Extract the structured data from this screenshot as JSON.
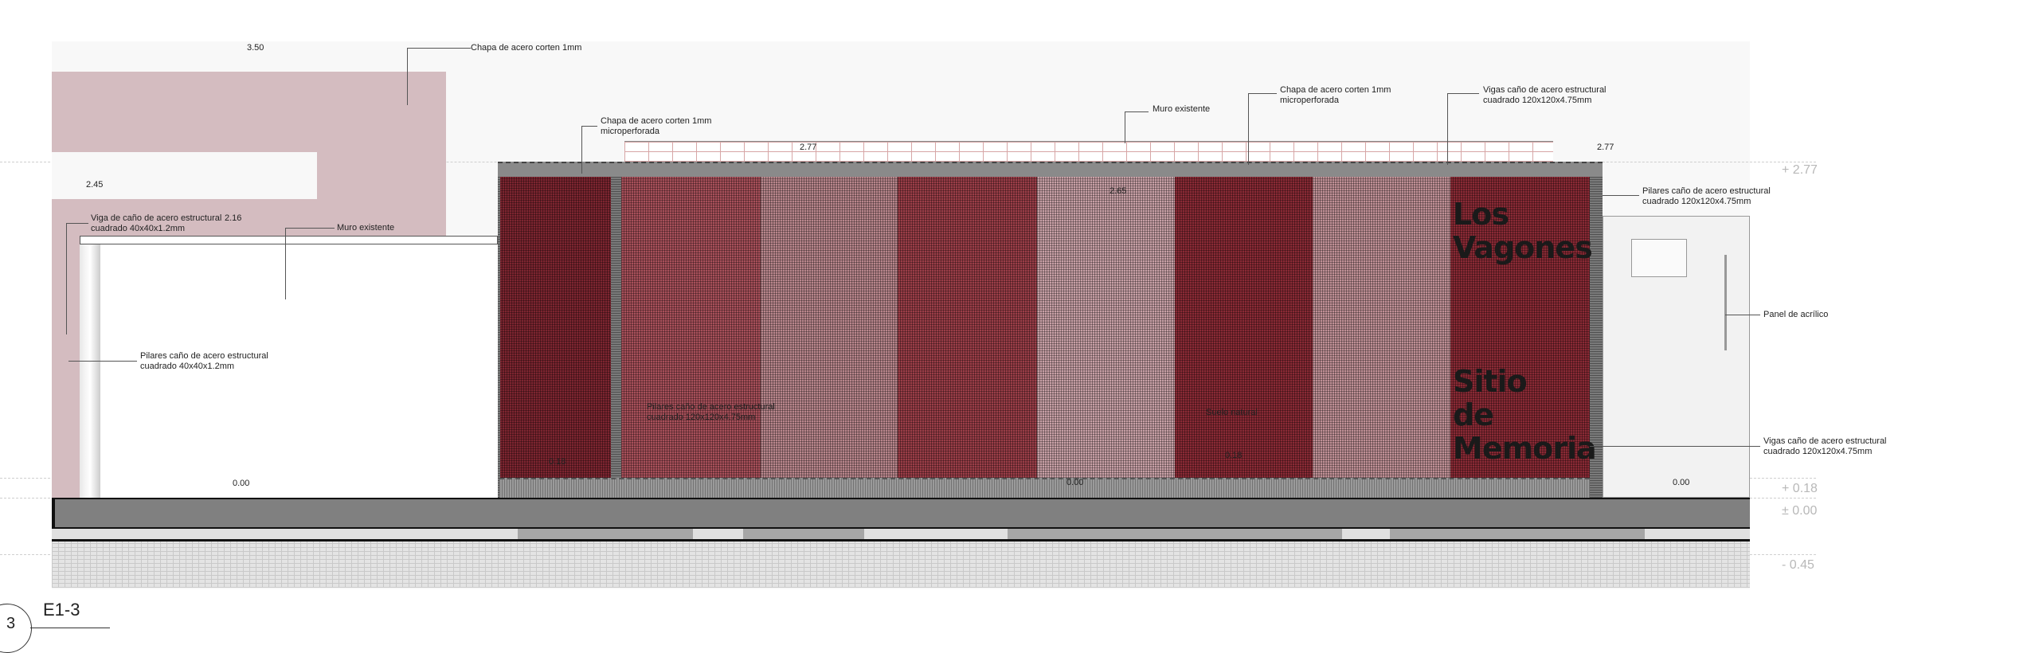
{
  "drawing": {
    "sheet_id": "E1-3",
    "sheet_number": "3",
    "sign": {
      "line1": "Los",
      "line2": "Vagones",
      "line3": "Sitio",
      "line4": "de",
      "line5": "Memoria"
    },
    "levels": {
      "l277": "+ 2.77",
      "l018": "+ 0.18",
      "l000": "± 0.00",
      "l045": "- 0.45"
    },
    "elevations": {
      "e350": "3.50",
      "e245": "2.45",
      "e216": "2.16",
      "e000_left": "0.00",
      "e018_left": "0.18",
      "e277_left": "2.77",
      "e277_right": "2.77",
      "e265": "2.65",
      "e018_mid": "0.18",
      "e000_mid": "0.00",
      "e000_right": "0.00"
    },
    "annotations": {
      "corten": "Chapa de acero corten 1mm",
      "corten_micro_left_1": "Chapa de acero corten 1mm",
      "corten_micro_left_2": "microperforada",
      "viga_40_1": "Viga de caño de acero estructural",
      "viga_40_2": "cuadrado 40x40x1.2mm",
      "muro_left": "Muro existente",
      "pilares_40_1": "Pilares caño de acero estructural",
      "pilares_40_2": "cuadrado 40x40x1.2mm",
      "pilares_120_mid_1": "Pilares caño de acero estructural",
      "pilares_120_mid_2": "cuadrado 120x120x4.75mm",
      "muro_top": "Muro existente",
      "corten_micro_top_1": "Chapa de acero corten 1mm",
      "corten_micro_top_2": "microperforada",
      "vigas_120_top_1": "Vigas caño de acero estructural",
      "vigas_120_top_2": "cuadrado 120x120x4.75mm",
      "pilares_120_right_1": "Pilares caño de acero estructural",
      "pilares_120_right_2": "cuadrado 120x120x4.75mm",
      "panel_acrilico": "Panel de acrílico",
      "suelo_natural": "Suelo natural",
      "vigas_120_right_1": "Vigas caño de acero estructural",
      "vigas_120_right_2": "cuadrado 120x120x4.75mm"
    },
    "colors": {
      "corten_dark": "#8a2a35",
      "corten_light": "#c8a0a6",
      "pink_wall": "#d4bcc0",
      "slab": "#808080"
    }
  }
}
